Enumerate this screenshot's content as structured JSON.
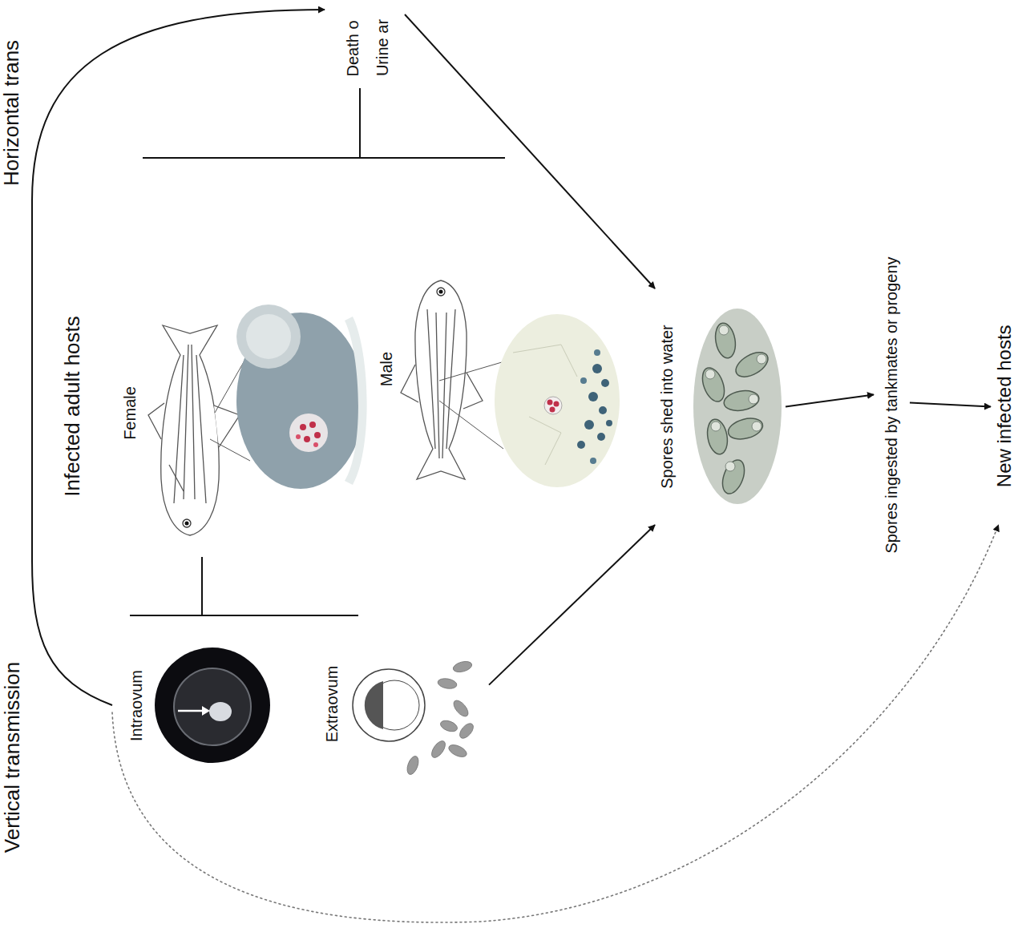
{
  "diagram": {
    "nodes": [
      {
        "text": [
          "Intraovum"
        ]
      },
      {
        "text": [
          "Extraovum"
        ]
      },
      {
        "text": [
          "Death o",
          "Urine ar"
        ]
      },
      {
        "text": [
          "Spores shed into water"
        ]
      },
      {
        "text": [
          "Spores ingested by tankmates or progeny"
        ]
      },
      {
        "text": [
          "New infected hosts"
        ]
      }
    ],
    "edges": [
      {
        "from": 0,
        "to": 2,
        "arrow": "to"
      },
      {
        "from": 2,
        "to": 3,
        "arrow": "to"
      },
      {
        "from": 1,
        "to": 3,
        "arrow": "to"
      },
      {
        "from": 3,
        "to": 4,
        "arrow": "to"
      },
      {
        "from": 4,
        "to": 5,
        "arrow": "to"
      },
      {
        "from": 0,
        "to": 5,
        "arrow": "to"
      }
    ],
    "labels": [
      "Vertical transmission",
      "Horizontal trans",
      "Infected adult hosts",
      "Female",
      "Male"
    ]
  }
}
